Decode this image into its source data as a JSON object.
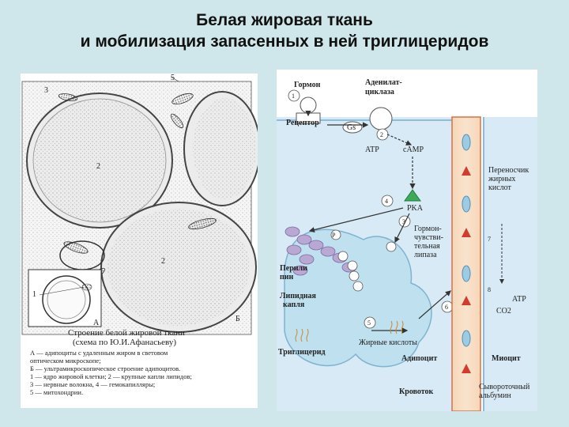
{
  "slide": {
    "title_line1": "Белая жировая ткань",
    "title_line2": "и мобилизация запасенных в ней триглицеридов"
  },
  "left_figure": {
    "callouts": {
      "n5": "5",
      "n3": "3",
      "n2a": "2",
      "n2b": "2",
      "n1": "1",
      "nA": "А",
      "nB": "Б"
    },
    "caption_line1": "Строение белой жировой ткани",
    "caption_line2": "(схема по Ю.И.Афанасьеву)",
    "legend": [
      "А — адипоциты с удаленным жиром в световом",
      "      оптическом микроскопе;",
      "Б — ультрамикроскопическое строение адипоцитов.",
      "1 — ядро жировой клетки; 2 — крупные капли липидов;",
      "3 — нервные волокна, 4 — гемокапилляры;",
      "5 — митохондрии."
    ]
  },
  "right_figure": {
    "labels": {
      "hormone": "Гормон",
      "adenylate": "Аденилат-",
      "cyclase": "циклаза",
      "receptor": "Рецептор",
      "gs": "Gs",
      "atp": "ATP",
      "camp": "cAMP",
      "pka": "PKA",
      "hsl1": "Гормон-",
      "hsl2": "чувстви-",
      "hsl3": "тельная",
      "hsl4": "липаза",
      "perilipin1": "Перили",
      "perilipin2": "пин",
      "droplet1": "Липидная",
      "droplet2": "капля",
      "triglyceride": "Триглицерид",
      "fatty_acids": "Жирные кислоты",
      "adipocyte": "Адипоцит",
      "bloodstream": "Кровоток",
      "albumin1": "Сывороточный",
      "albumin2": "альбумин",
      "myocyte": "Миоцит",
      "transporter1": "Переносчик",
      "transporter2": "жирных",
      "transporter3": "кислот",
      "atp2": "ATP",
      "co2": "CO2",
      "p": "P"
    },
    "steps": [
      "1",
      "2",
      "3",
      "4",
      "5",
      "6",
      "7",
      "8"
    ]
  },
  "colors": {
    "background": "#cfe7ea",
    "cell_blue": "#d7eaf5",
    "droplet": "#bfe0ef",
    "vessel": "#f3c9a5",
    "vessel_border": "#d8704a",
    "perilipin": "#b9a9d2",
    "pka_green": "#3daa5a",
    "arrow": "#333333"
  }
}
